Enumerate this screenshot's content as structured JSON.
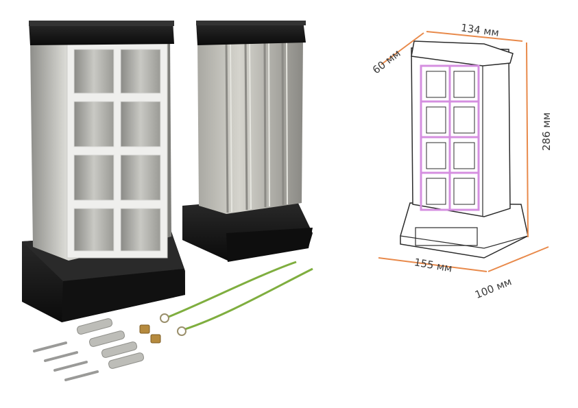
{
  "dimensions": {
    "width_label": "134 мм",
    "depth_top_label": "60 мм",
    "height_label": "286 мм",
    "base_width_label": "155 мм",
    "base_depth_label": "100 мм"
  },
  "colors": {
    "dimension_line": "#e8894a",
    "window_highlight": "#d58fe0",
    "housing_black": "#151515",
    "aluminum": "#b8b8b4",
    "ground_wire": "#7fae3f"
  }
}
